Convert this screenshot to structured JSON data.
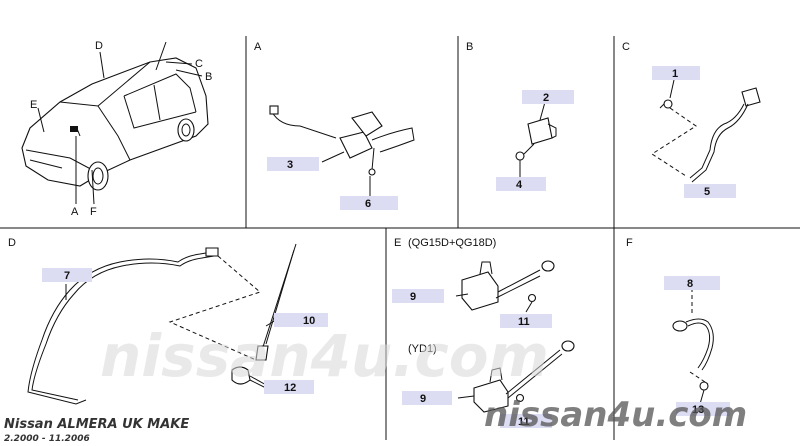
{
  "panels": {
    "A": {
      "letter": "A"
    },
    "B": {
      "letter": "B"
    },
    "C": {
      "letter": "C"
    },
    "D": {
      "letter": "D"
    },
    "E": {
      "letter": "E",
      "subtitle": "(QG15D+QG18D)",
      "subtitle2": "(YD1)"
    },
    "F": {
      "letter": "F"
    }
  },
  "car_callouts": {
    "D": "D",
    "C": "C",
    "B": "B",
    "E": "E",
    "A": "A",
    "F": "F"
  },
  "parts": {
    "p1": "1",
    "p2": "2",
    "p3": "3",
    "p4": "4",
    "p5": "5",
    "p6": "6",
    "p7": "7",
    "p8": "8",
    "p9a": "9",
    "p9b": "9",
    "p10": "10",
    "p11a": "11",
    "p11b": "11",
    "p12": "12",
    "p13": "13"
  },
  "watermark": {
    "big": "nissan4u.com",
    "small": "nissan4u.com"
  },
  "footer": {
    "model": "Nissan ALMERA UK MAKE",
    "period": "2.2000  -  11.2006"
  },
  "colors": {
    "tag": "#dcdcf3",
    "line": "#111111",
    "watermark": "#d8d8d8"
  }
}
